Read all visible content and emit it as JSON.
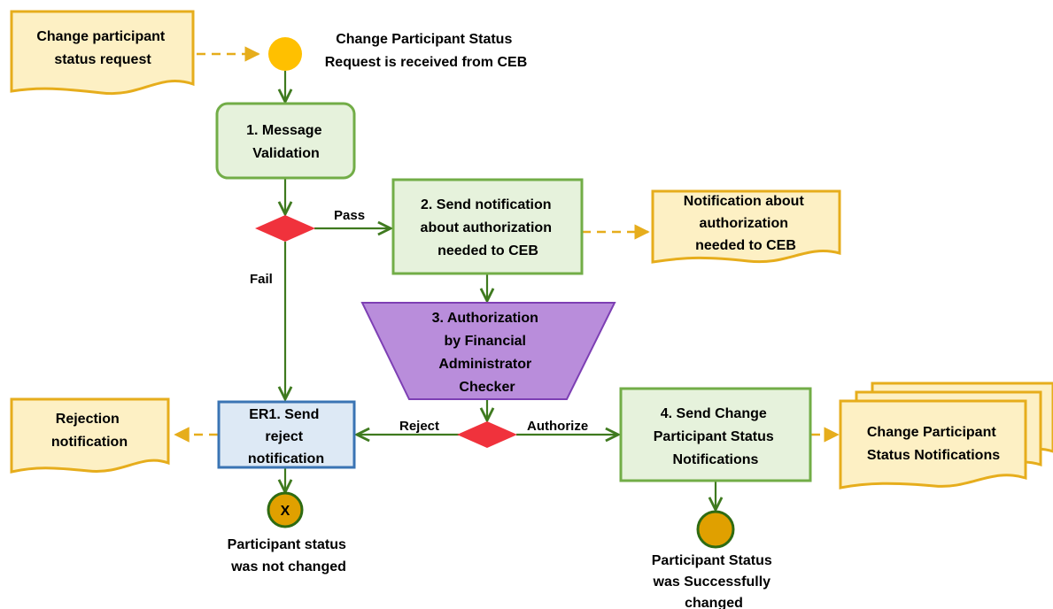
{
  "colors": {
    "doc_fill": "#fdf0c4",
    "doc_stroke": "#e6ad1c",
    "green_fill": "#e6f2dc",
    "green_stroke": "#72ad47",
    "blue_fill": "#dde9f5",
    "blue_stroke": "#3a74b4",
    "purple_fill": "#b98ddb",
    "purple_stroke": "#7d3fb4",
    "diamond": "#f0323c",
    "event_start": "#ffc000",
    "event_end": "#e0a000",
    "event_end_stroke": "#2e6b12",
    "flow_line": "#3f7a1f",
    "message_line": "#e6ad1c"
  },
  "documents": {
    "change_request": [
      "Change participant",
      "status request"
    ],
    "authorization_notification": [
      "Notification about",
      "authorization",
      "needed to CEB"
    ],
    "rejection_notification": [
      "Rejection",
      "notification"
    ],
    "status_notifications": [
      "Change Participant",
      "Status Notifications"
    ]
  },
  "events": {
    "start": [
      "Change Participant Status",
      "Request is received from CEB"
    ],
    "end_failed": [
      "Participant status",
      "was not changed"
    ],
    "end_failed_marker": "X",
    "end_success": [
      "Participant Status",
      "was Successfully",
      "changed"
    ]
  },
  "tasks": {
    "validation": [
      "1. Message",
      "Validation"
    ],
    "send_auth_notification": [
      "2. Send notification",
      "about authorization",
      "needed to CEB"
    ],
    "authorization": [
      "3. Authorization",
      "by Financial",
      "Administrator",
      "Checker"
    ],
    "send_reject": [
      "ER1. Send",
      "reject",
      "notification"
    ],
    "send_status_notifications": [
      "4. Send Change",
      "Participant Status",
      "Notifications"
    ]
  },
  "flow_labels": {
    "pass": "Pass",
    "fail": "Fail",
    "reject": "Reject",
    "authorize": "Authorize"
  }
}
